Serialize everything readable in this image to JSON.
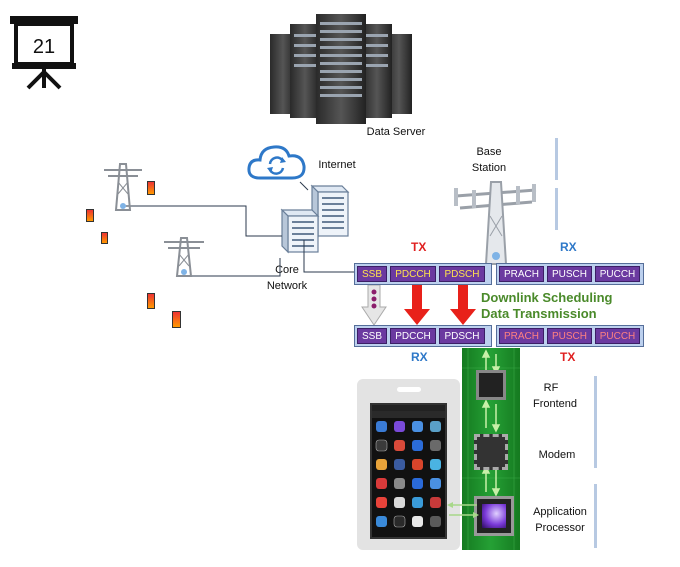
{
  "slide": {
    "number": "21"
  },
  "labels": {
    "data_server": "Data Server",
    "internet": "Internet",
    "base_station_1": "Base",
    "base_station_2": "Station",
    "core_network_1": "Core",
    "core_network_2": "Network",
    "rf_frontend_1": "RF",
    "rf_frontend_2": "Frontend",
    "modem": "Modem",
    "app_proc_1": "Application",
    "app_proc_2": "Processor"
  },
  "base_station_channels": {
    "tx_label": "TX",
    "rx_label": "RX",
    "tx": [
      "SSB",
      "PDCCH",
      "PDSCH"
    ],
    "rx": [
      "PRACH",
      "PUSCH",
      "PUCCH"
    ]
  },
  "ue_channels": {
    "rx_label": "RX",
    "tx_label": "TX",
    "rx": [
      "SSB",
      "PDCCH",
      "PDSCH"
    ],
    "tx": [
      "PRACH",
      "PUSCH",
      "PUCCH"
    ]
  },
  "annotation": {
    "line1": "Downlink Scheduling",
    "line2": "Data Transmission"
  },
  "colors": {
    "channel_bg": "#6b3aa0",
    "bar_bg": "#bcd0ee",
    "arrow_red": "#e8211a",
    "annotation": "#4a8a2a",
    "pcb": "#1e8c2a"
  }
}
